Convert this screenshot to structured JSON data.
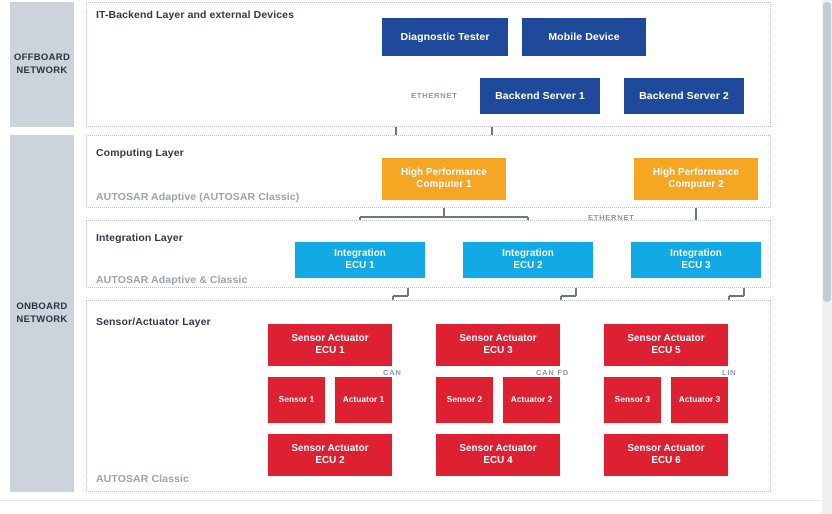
{
  "colors": {
    "backend": "#1f4a9c",
    "compute": "#f5a623",
    "integration": "#11aae6",
    "sensor": "#dd2133",
    "rail": "#ccd3dd",
    "wire": "#6f7781",
    "panel_border": "#b9bfc8",
    "title_text": "#333a45",
    "sub_text": "#9aa3ae"
  },
  "rails": [
    {
      "label": "OFFBOARD\nNETWORK",
      "line1": "OFFBOARD",
      "line2": "NETWORK"
    },
    {
      "label": "ONBOARD\nNETWORK",
      "line1": "ONBOARD",
      "line2": "NETWORK"
    }
  ],
  "layers": [
    {
      "title": "IT-Backend Layer and external Devices",
      "subtitle": ""
    },
    {
      "title": "Computing Layer",
      "subtitle": "AUTOSAR Adaptive (AUTOSAR Classic)"
    },
    {
      "title": "Integration Layer",
      "subtitle": "AUTOSAR Adaptive & Classic"
    },
    {
      "title": "Sensor/Actuator Layer",
      "subtitle": "AUTOSAR Classic"
    }
  ],
  "nodes": {
    "diagnostic_tester": "Diagnostic Tester",
    "mobile_device": "Mobile Device",
    "backend_server_1": "Backend Server 1",
    "backend_server_2": "Backend Server 2",
    "hpc_1_line1": "High Performance",
    "hpc_1_line2": "Computer 1",
    "hpc_2_line1": "High Performance",
    "hpc_2_line2": "Computer 2",
    "int_ecu_1_line1": "Integration",
    "int_ecu_1_line2": "ECU 1",
    "int_ecu_2_line1": "Integration",
    "int_ecu_2_line2": "ECU 2",
    "int_ecu_3_line1": "Integration",
    "int_ecu_3_line2": "ECU 3",
    "sa_ecu_1_line1": "Sensor Actuator",
    "sa_ecu_1_line2": "ECU 1",
    "sa_ecu_2_line1": "Sensor Actuator",
    "sa_ecu_2_line2": "ECU 2",
    "sa_ecu_3_line1": "Sensor Actuator",
    "sa_ecu_3_line2": "ECU 3",
    "sa_ecu_4_line1": "Sensor Actuator",
    "sa_ecu_4_line2": "ECU 4",
    "sa_ecu_5_line1": "Sensor Actuator",
    "sa_ecu_5_line2": "ECU 5",
    "sa_ecu_6_line1": "Sensor Actuator",
    "sa_ecu_6_line2": "ECU 6",
    "sensor_1": "Sensor 1",
    "actuator_1": "Actuator 1",
    "sensor_2": "Sensor 2",
    "actuator_2": "Actuator 2",
    "sensor_3": "Sensor 3",
    "actuator_3": "Actuator 3"
  },
  "bus_labels": {
    "ethernet_top": "ETHERNET",
    "ethernet_mid": "ETHERNET",
    "can": "CAN",
    "can_fd": "CAN FD",
    "lin": "LIN"
  }
}
